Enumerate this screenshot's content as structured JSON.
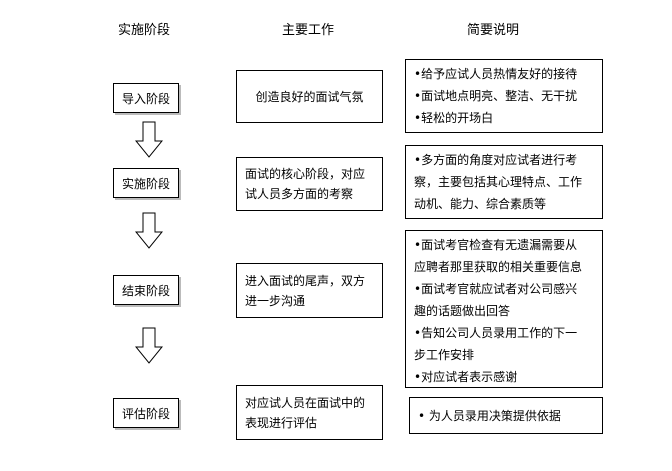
{
  "headers": {
    "stage": "实施阶段",
    "work": "主要工作",
    "note": "简要说明"
  },
  "rows": [
    {
      "stage": "导入阶段",
      "work": [
        "创造良好的面试气氛"
      ],
      "notes": [
        "•给予应试人员热情友好的接待",
        "•面试地点明亮、整洁、无干扰",
        "•轻松的开场白"
      ]
    },
    {
      "stage": "实施阶段",
      "work": [
        "面试的核心阶段，对应",
        "试人员多方面的考察"
      ],
      "notes": [
        "•多方面的角度对应试者进行考",
        "察，主要包括其心理特点、工作",
        "动机、能力、综合素质等"
      ]
    },
    {
      "stage": "结束阶段",
      "work": [
        "进入面试的尾声，双方",
        "进一步沟通"
      ],
      "notes": [
        "•面试考官检查有无遗漏需要从",
        "应聘者那里获取的相关重要信息",
        "•面试考官就应试者对公司感兴",
        "趣的话题做出回答",
        "•告知公司人员录用工作的下一",
        "步工作安排",
        "•对应试者表示感谢"
      ]
    },
    {
      "stage": "评估阶段",
      "work": [
        "对应试人员在面试中的",
        "表现进行评估"
      ],
      "notes": [
        "•  为人员录用决策提供依据"
      ]
    }
  ]
}
